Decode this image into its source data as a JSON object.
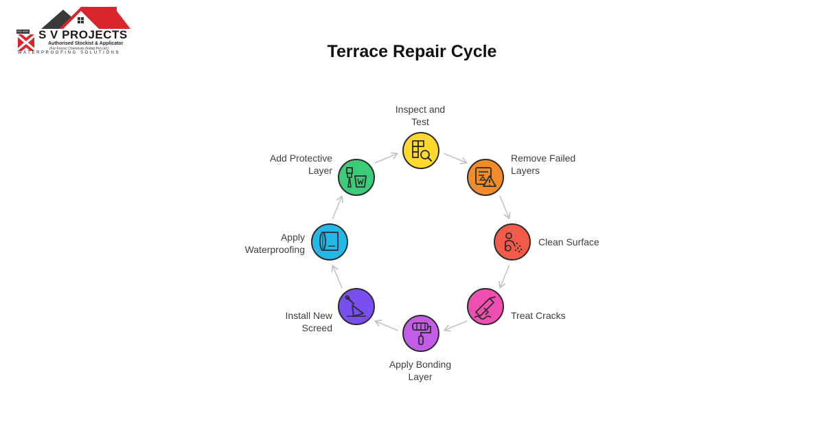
{
  "logo": {
    "name": "S V PROJECTS",
    "subtitle": "Authorised Stockist & Applicator",
    "subtitle2": "(For Fosroc Chemicals (India) Pvt.Ltd.)",
    "tagline": "WATERPROOFING SOLUTIONS",
    "badge": "ISO 9001"
  },
  "title": "Terrace Repair Cycle",
  "steps": [
    {
      "label": "Inspect and\nTest",
      "color": "#FFD92E",
      "icon": "magnifier-grid-icon"
    },
    {
      "label": "Remove Failed\nLayers",
      "color": "#F28C28",
      "icon": "warning-layers-icon"
    },
    {
      "label": "Clean Surface",
      "color": "#F25A4A",
      "icon": "cleaning-person-icon"
    },
    {
      "label": "Treat Cracks",
      "color": "#EE4FB0",
      "icon": "caulk-gun-icon"
    },
    {
      "label": "Apply Bonding\nLayer",
      "color": "#C35CE6",
      "icon": "paint-roller-icon"
    },
    {
      "label": "Install New\nScreed",
      "color": "#7A4FF0",
      "icon": "trowel-icon"
    },
    {
      "label": "Apply\nWaterproofing",
      "color": "#22B8E8",
      "icon": "membrane-roll-icon"
    },
    {
      "label": "Add Protective\nLayer",
      "color": "#3CCB78",
      "icon": "paintbrush-bucket-icon"
    }
  ],
  "colors": {
    "arrow": "#c4c4c4",
    "outline": "#2b2b2b"
  }
}
